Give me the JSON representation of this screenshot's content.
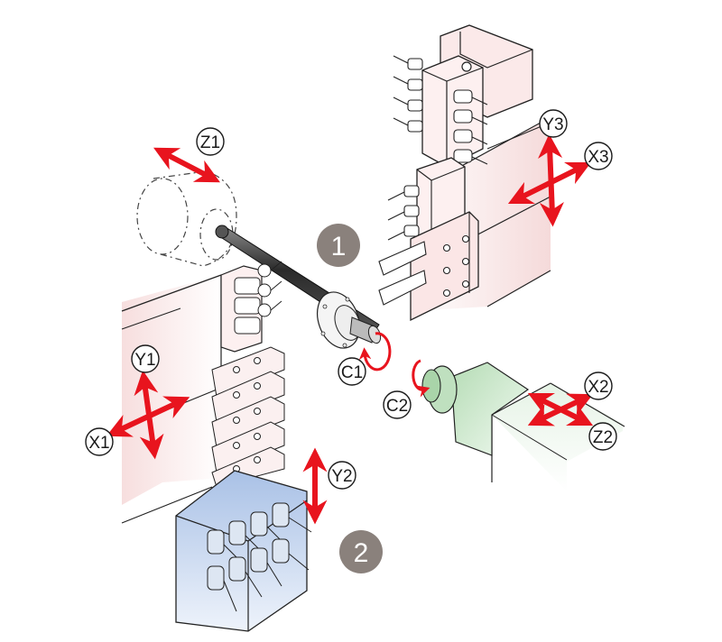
{
  "diagram": {
    "subject": "Multi-axis CNC lathe tooling layout",
    "colors": {
      "arrow": "#e8141e",
      "turret_fill": "#fbeaea",
      "line": "#222222",
      "spindle2_fill": "#cfe8cf",
      "tool_block_fill": "#b9cdea",
      "callout_fill": "#8a817c",
      "bar": "#3a3a3a"
    },
    "axis_labels": {
      "z1": "Z1",
      "y1": "Y1",
      "x1": "X1",
      "c1": "C1",
      "y2": "Y2",
      "x2": "X2",
      "z2": "Z2",
      "c2": "C2",
      "y3": "Y3",
      "x3": "X3"
    },
    "callouts": {
      "one": "1",
      "two": "2"
    },
    "components": {
      "main_spindle": "Main spindle (dashed outline)",
      "bar_stock": "Bar stock",
      "guide_bushing": "Guide bushing / collet",
      "gang_tool_post": "Gang tool post",
      "sub_spindle": "Sub spindle",
      "back_tool_block": "Back working tool block",
      "upper_turret": "Upper tool post"
    }
  }
}
